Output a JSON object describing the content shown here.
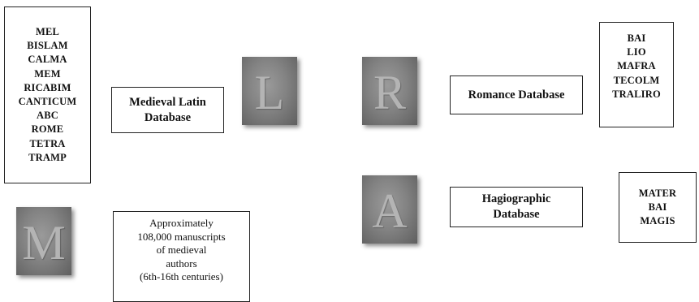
{
  "databases": {
    "latin": {
      "letter": "L",
      "label_line1": "Medieval Latin",
      "label_line2": "Database",
      "items": [
        "MEL",
        "BISLAM",
        "CALMA",
        "MEM",
        "RICABIM",
        "CANTICUM",
        "ABC",
        "ROME",
        "TETRA",
        "TRAMP"
      ]
    },
    "romance": {
      "letter": "R",
      "label": "Romance Database",
      "items": [
        "BAI",
        "LIO",
        "MAFRA",
        "TECOLM",
        "TRALIRO"
      ]
    },
    "hagiographic": {
      "letter": "A",
      "label_line1": "Hagiographic",
      "label_line2": "Database",
      "items": [
        "MATER",
        "BAI",
        "MAGIS"
      ]
    },
    "manuscripts": {
      "letter": "M",
      "lines": [
        "Approximately",
        "108,000 manuscripts",
        "of medieval",
        "authors",
        "(6th-16th centuries)"
      ]
    }
  }
}
